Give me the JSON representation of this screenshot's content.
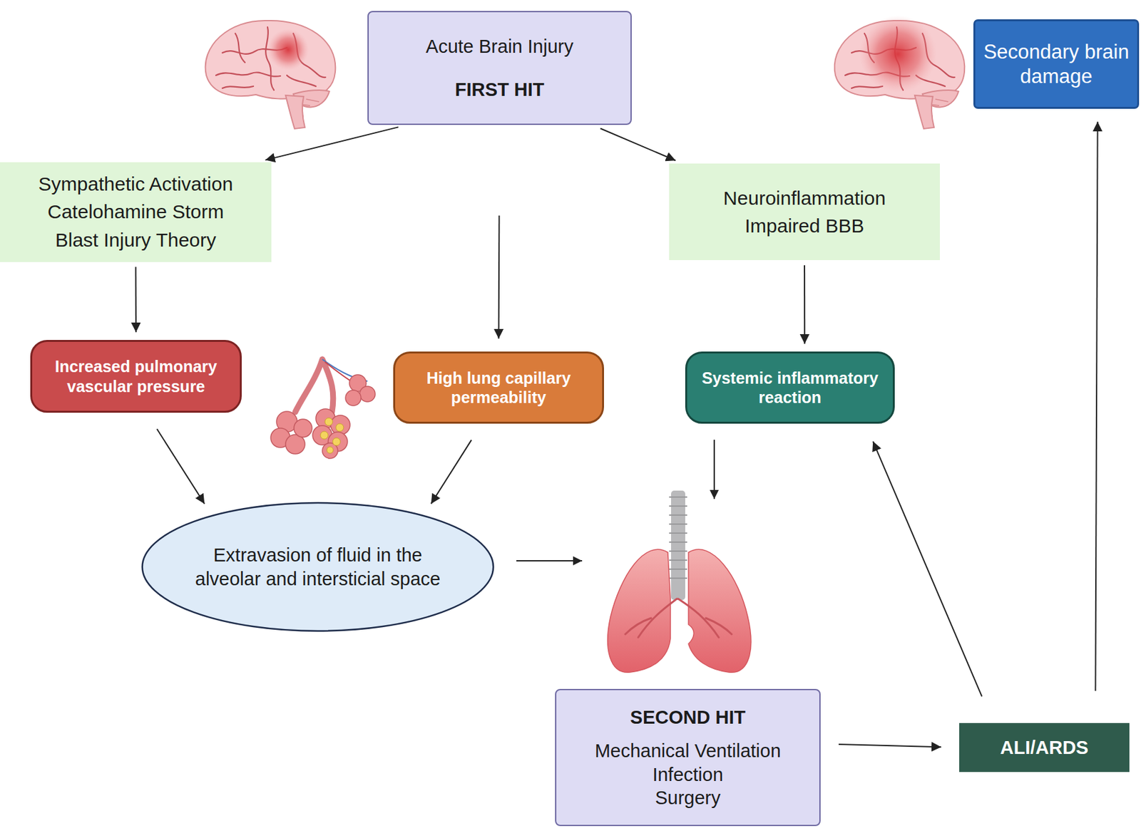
{
  "diagram": {
    "nodes": [
      {
        "text": [
          "Acute Brain Injury",
          "FIRST HIT"
        ]
      },
      {
        "text": [
          "Secondary brain damage"
        ]
      },
      {
        "text": [
          "Sympathetic Activation",
          "Catelohamine Storm",
          "Blast Injury Theory"
        ]
      },
      {
        "text": [
          "Neuroinflammation",
          "Impaired BBB"
        ]
      },
      {
        "text": [
          "Increased pulmonary vascular pressure"
        ]
      },
      {
        "text": [
          "High lung capillary permeability"
        ]
      },
      {
        "text": [
          "Systemic inflammatory reaction"
        ]
      },
      {
        "text": [
          "Extravasion of fluid in the alveolar and intersticial space"
        ]
      },
      {
        "text": [
          "SECOND HIT",
          "Mechanical Ventilation",
          "Infection",
          "Surgery"
        ]
      },
      {
        "text": [
          "ALI/ARDS"
        ]
      }
    ],
    "edges": [
      {
        "from": 0,
        "to": 2,
        "arrow": "to"
      },
      {
        "from": 0,
        "to": 5,
        "arrow": "to"
      },
      {
        "from": 0,
        "to": 3,
        "arrow": "to"
      },
      {
        "from": 2,
        "to": 4,
        "arrow": "to"
      },
      {
        "from": 3,
        "to": 6,
        "arrow": "to"
      },
      {
        "from": 4,
        "to": 7,
        "arrow": "to"
      },
      {
        "from": 5,
        "to": 7,
        "arrow": "to"
      },
      {
        "from": 8,
        "to": 9,
        "arrow": "to"
      },
      {
        "from": 9,
        "to": 6,
        "arrow": "to"
      },
      {
        "from": 9,
        "to": 1,
        "arrow": "to"
      }
    ]
  }
}
